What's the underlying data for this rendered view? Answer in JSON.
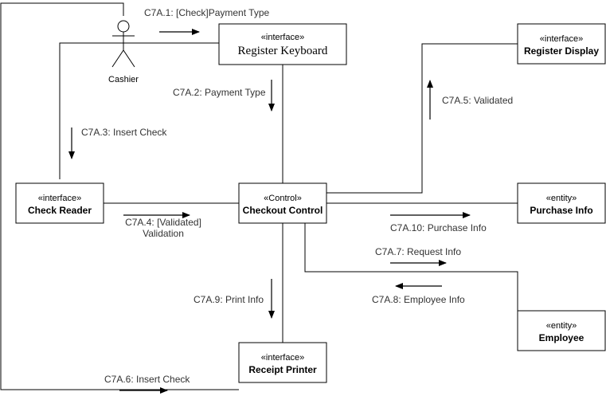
{
  "actor": {
    "name": "Cashier"
  },
  "objects": {
    "register_keyboard": {
      "stereotype": "«interface»",
      "name": "Register Keyboard"
    },
    "register_display": {
      "stereotype": "«interface»",
      "name": "Register Display"
    },
    "check_reader": {
      "stereotype": "«interface»",
      "name": "Check Reader"
    },
    "checkout_control": {
      "stereotype": "«Control»",
      "name": "Checkout Control"
    },
    "purchase_info": {
      "stereotype": "«entity»",
      "name": "Purchase Info"
    },
    "employee": {
      "stereotype": "«entity»",
      "name": "Employee"
    },
    "receipt_printer": {
      "stereotype": "«interface»",
      "name": "Receipt Printer"
    }
  },
  "messages": {
    "m1": "C7A.1: [Check]Payment Type",
    "m2": "C7A.2: Payment Type",
    "m3": "C7A.3: Insert Check",
    "m4_line1": "C7A.4: [Validated]",
    "m4_line2": "Validation",
    "m5": "C7A.5: Validated",
    "m6": "C7A.6: Insert Check",
    "m7": "C7A.7: Request Info",
    "m8": "C7A.8: Employee Info",
    "m9": "C7A.9: Print Info",
    "m10": "C7A.10: Purchase Info"
  }
}
